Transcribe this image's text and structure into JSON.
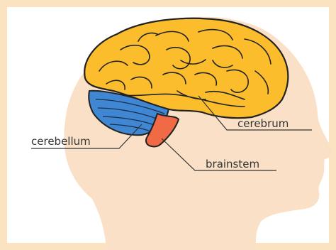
{
  "labels": {
    "cerebrum": "cerebrum",
    "cerebellum": "cerebellum",
    "brainstem": "brainstem"
  },
  "colors": {
    "frame": "#fbe2c0",
    "skin": "#fae0c6",
    "cerebrum": "#fcbd2c",
    "cerebellum": "#3f86d3",
    "brainstem": "#ef6a45",
    "outline": "#222222"
  }
}
